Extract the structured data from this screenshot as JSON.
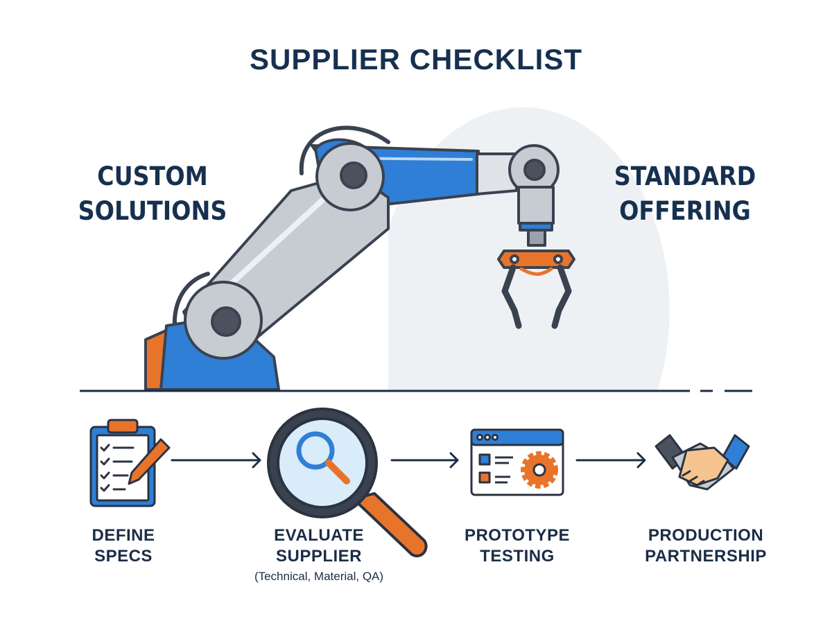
{
  "title": "SUPPLIER CHECKLIST",
  "left_label": {
    "line1": "CUSTOM",
    "line2": "SOLUTIONS"
  },
  "right_label": {
    "line1": "STANDARD",
    "line2": "OFFERING"
  },
  "steps": [
    {
      "line1": "DEFINE",
      "line2": "SPECS",
      "icon": "clipboard-icon"
    },
    {
      "line1": "EVALUATE",
      "line2": "SUPPLIER",
      "note": "(Technical, Material, QA)",
      "icon": "magnifier-icon"
    },
    {
      "line1": "PROTOTYPE",
      "line2": "TESTING",
      "icon": "browser-gear-icon"
    },
    {
      "line1": "PRODUCTION",
      "line2": "PARTNERSHIP",
      "icon": "handshake-icon"
    }
  ],
  "colors": {
    "navy": "#16304f",
    "blue": "#2f7fd6",
    "orange": "#e8742c",
    "gray": "#c7ccd3",
    "outline": "#3a4250"
  }
}
